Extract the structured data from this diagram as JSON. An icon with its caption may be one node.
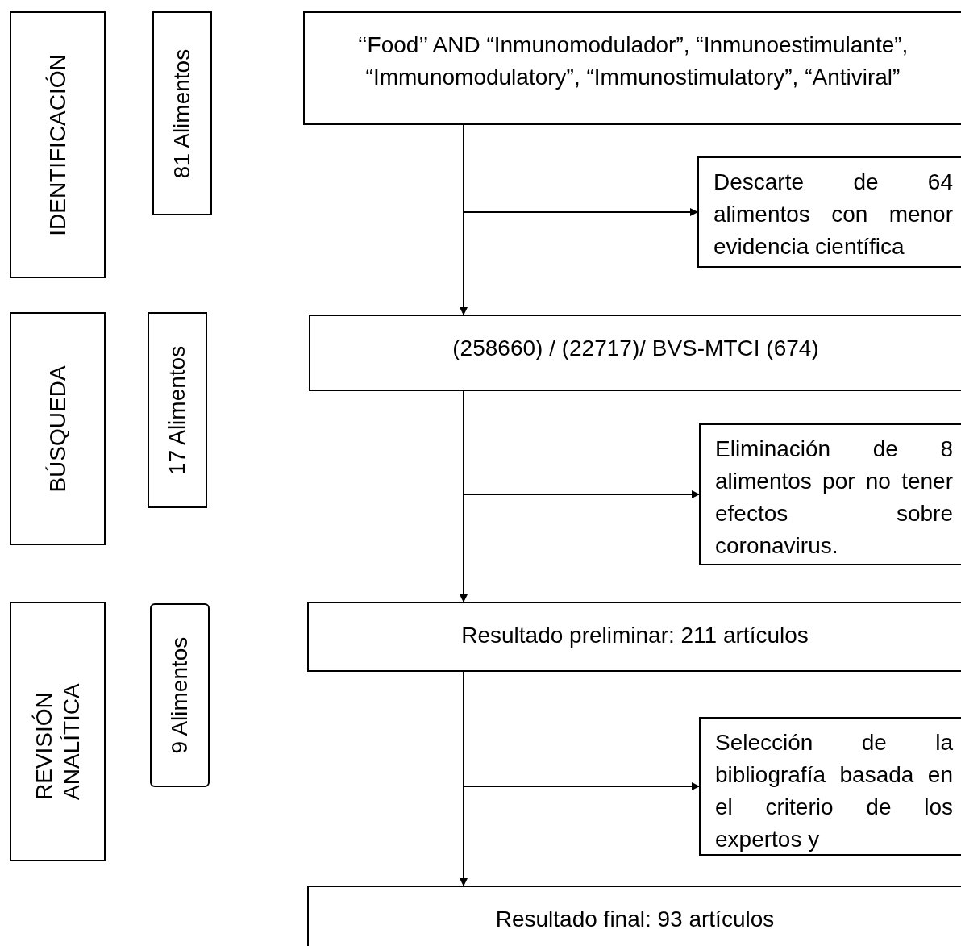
{
  "diagram": {
    "nodes": [
      {
        "text": [
          "IDENTIFICACIÓN"
        ]
      },
      {
        "text": [
          "81 Alimentos"
        ]
      },
      {
        "text": [
          "‘‘Food’’ AND “Inmunomodulador”, “Inmunoestimulante”, “Immunomodulatory”, “Immunostimulatory”, “Antiviral”"
        ]
      },
      {
        "text": [
          "Descarte de 64 alimentos con menor evidencia científica"
        ]
      },
      {
        "text": [
          "BÚSQUEDA"
        ]
      },
      {
        "text": [
          "17 Alimentos"
        ]
      },
      {
        "text": [
          "(258660) / (22717)/ BVS-MTCI (674)"
        ]
      },
      {
        "text": [
          "Eliminación de 8 alimentos por no tener efectos sobre coronavirus."
        ]
      },
      {
        "text": [
          "REVISIÓN ANALÍTICA"
        ]
      },
      {
        "text": [
          "9 Alimentos"
        ]
      },
      {
        "text": [
          "Resultado preliminar: 211 artículos"
        ]
      },
      {
        "text": [
          "Selección de la bibliografía basada en el criterio de los expertos y"
        ]
      },
      {
        "text": [
          "Resultado final: 93 artículos"
        ]
      }
    ],
    "edges": [
      {
        "from": 2,
        "to": 6,
        "arrow": "to"
      },
      {
        "from": 2,
        "to": 3,
        "arrow": "to"
      },
      {
        "from": 6,
        "to": 10,
        "arrow": "to"
      },
      {
        "from": 6,
        "to": 7,
        "arrow": "to"
      },
      {
        "from": 10,
        "to": 12,
        "arrow": "to"
      },
      {
        "from": 10,
        "to": 11,
        "arrow": "to"
      }
    ]
  }
}
